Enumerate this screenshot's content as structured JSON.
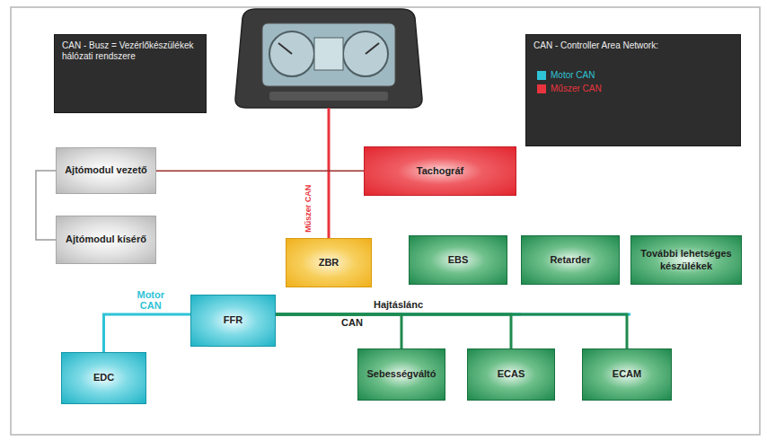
{
  "diagram": {
    "nodes": [
      {
        "text": [
          "CAN - Busz = Vezérlőkészülékek hálózati rendszere"
        ]
      },
      {
        "text": [
          "CAN - Controller Area Network:"
        ]
      },
      {
        "text": [
          "Ajtómodul vezető"
        ]
      },
      {
        "text": [
          "Tachográf"
        ]
      },
      {
        "text": [
          "Ajtómodul kísérő"
        ]
      },
      {
        "text": [
          "ZBR"
        ]
      },
      {
        "text": [
          "EBS"
        ]
      },
      {
        "text": [
          "Retarder"
        ]
      },
      {
        "text": [
          "További lehetséges készülékek"
        ]
      },
      {
        "text": [
          "FFR"
        ]
      },
      {
        "text": [
          "EDC"
        ]
      },
      {
        "text": [
          "Sebességváltó"
        ]
      },
      {
        "text": [
          "ECAS"
        ]
      },
      {
        "text": [
          "ECAM"
        ]
      }
    ],
    "edges": [
      {
        "from": 2,
        "to": 3,
        "arrow": "none"
      },
      {
        "from": 2,
        "to": 4,
        "arrow": "none"
      },
      {
        "from": 10,
        "to": 9,
        "label": "Motor CAN",
        "arrow": "none"
      },
      {
        "from": 9,
        "to": 5,
        "arrow": "none"
      },
      {
        "from": 9,
        "to": 6,
        "arrow": "none"
      },
      {
        "from": 9,
        "to": 7,
        "arrow": "none"
      },
      {
        "from": 9,
        "to": 8,
        "arrow": "none"
      },
      {
        "from": 9,
        "to": 11,
        "arrow": "none"
      },
      {
        "from": 9,
        "to": 12,
        "arrow": "none"
      },
      {
        "from": 9,
        "to": 13,
        "arrow": "none"
      }
    ],
    "labels": [
      "Műszer CAN",
      "Hajtáslánc",
      "CAN"
    ],
    "legend": [
      {
        "text": "Motor CAN",
        "color": "#2fc3d6"
      },
      {
        "text": "Műszer CAN",
        "color": "#e8343d"
      }
    ]
  }
}
